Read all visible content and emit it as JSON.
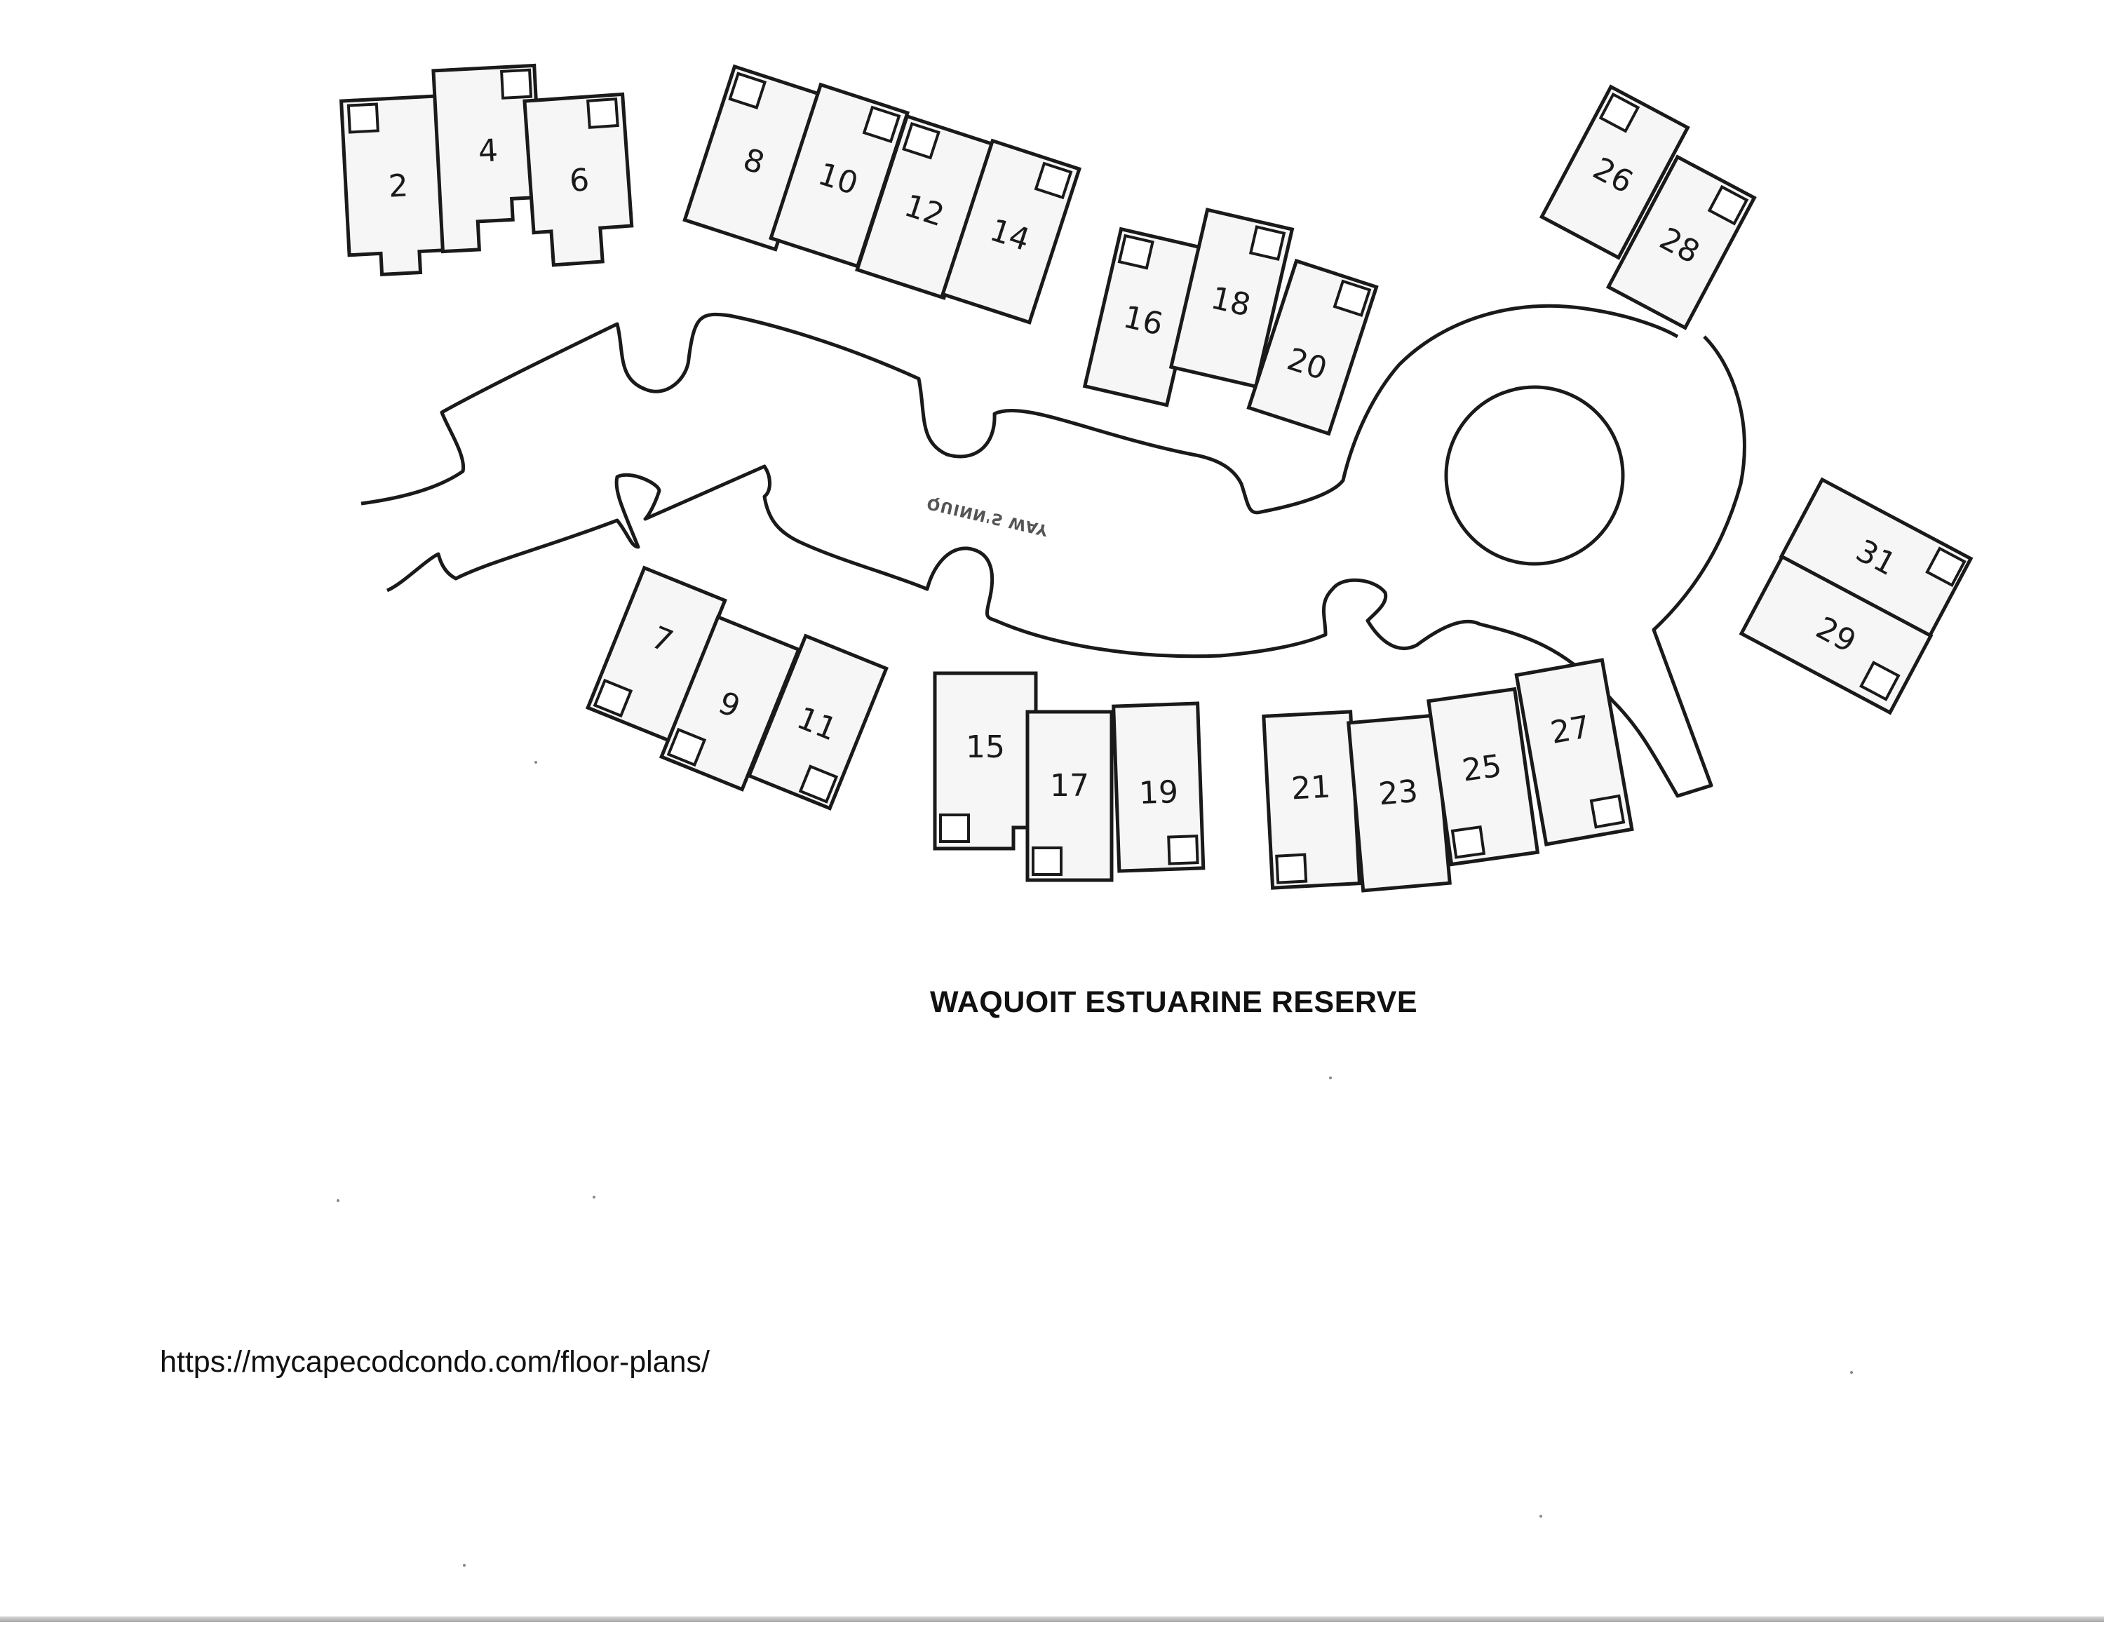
{
  "map": {
    "street_name": "QUINN'S WAY",
    "units": [
      {
        "id": "2"
      },
      {
        "id": "4"
      },
      {
        "id": "6"
      },
      {
        "id": "8"
      },
      {
        "id": "10"
      },
      {
        "id": "12"
      },
      {
        "id": "14"
      },
      {
        "id": "16"
      },
      {
        "id": "18"
      },
      {
        "id": "20"
      },
      {
        "id": "26"
      },
      {
        "id": "28"
      },
      {
        "id": "7"
      },
      {
        "id": "9"
      },
      {
        "id": "11"
      },
      {
        "id": "15"
      },
      {
        "id": "17"
      },
      {
        "id": "19"
      },
      {
        "id": "21"
      },
      {
        "id": "23"
      },
      {
        "id": "25"
      },
      {
        "id": "27"
      },
      {
        "id": "31"
      },
      {
        "id": "29"
      }
    ]
  },
  "labels": {
    "reserve": "WAQUOIT ESTUARINE RESERVE",
    "source_url": "https://mycapecodcondo.com/floor-plans/"
  }
}
